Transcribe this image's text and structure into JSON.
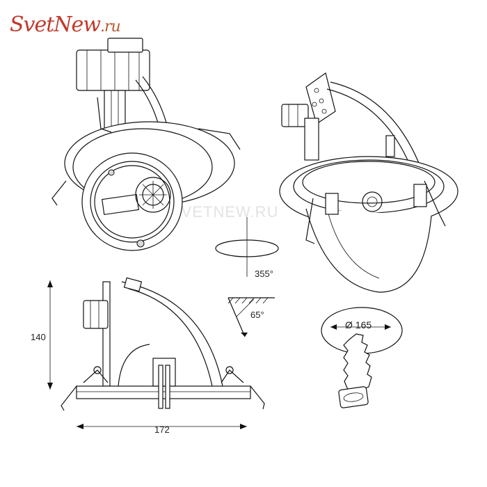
{
  "logo": {
    "main": "SvetNew",
    "suffix": ".ru"
  },
  "watermark": "SVETNEW.RU",
  "dimensions": {
    "height": "140",
    "width": "172",
    "rotation": "355°",
    "tilt": "65°",
    "cutout": "Ø 165"
  },
  "colors": {
    "logo": "#c0392b",
    "lines": "#111111",
    "watermark": "#e3e3e3"
  }
}
